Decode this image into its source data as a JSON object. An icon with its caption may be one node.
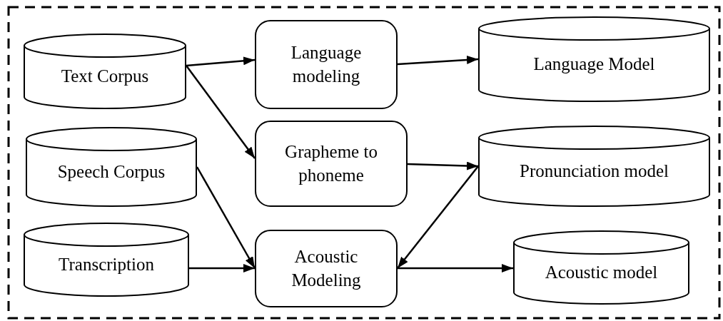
{
  "diagram": {
    "nodes": [
      {
        "text": [
          "Text Corpus"
        ]
      },
      {
        "text": [
          "Speech Corpus"
        ]
      },
      {
        "text": [
          "Transcription"
        ]
      },
      {
        "text": [
          "Language modeling"
        ]
      },
      {
        "text": [
          "Grapheme to phoneme"
        ]
      },
      {
        "text": [
          "Acoustic Modeling"
        ]
      },
      {
        "text": [
          "Language Model"
        ]
      },
      {
        "text": [
          "Pronunciation model"
        ]
      },
      {
        "text": [
          "Acoustic model"
        ]
      }
    ],
    "edges": [
      {
        "from": 0,
        "to": 3,
        "arrow": "to"
      },
      {
        "from": 3,
        "to": 6,
        "arrow": "to"
      },
      {
        "from": 0,
        "to": 4,
        "arrow": "to"
      },
      {
        "from": 1,
        "to": 5,
        "arrow": "to"
      },
      {
        "from": 2,
        "to": 5,
        "arrow": "to"
      },
      {
        "from": 4,
        "to": 7,
        "arrow": "to"
      },
      {
        "from": 7,
        "to": 5,
        "arrow": "to"
      },
      {
        "from": 5,
        "to": 8,
        "arrow": "to"
      }
    ]
  }
}
